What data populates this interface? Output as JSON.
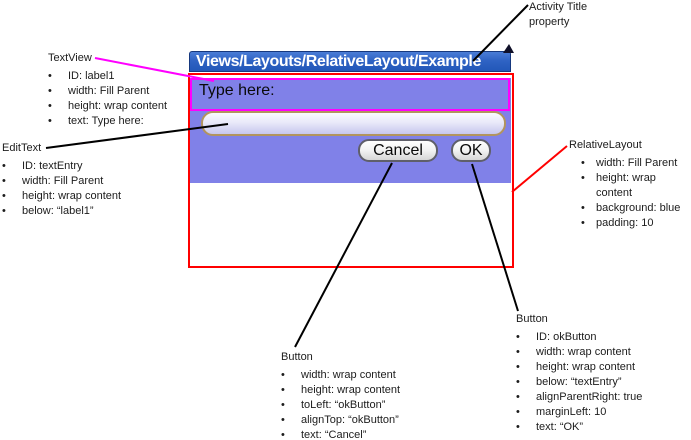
{
  "icons": {
    "bullet": "•"
  },
  "colors": {
    "frame_red": "#ff0000",
    "connector_magenta": "#ff00ff",
    "connector_black": "#000000",
    "titlebar_blue": "#2f63c4",
    "panel_purple": "#8081e8",
    "edittext_border_tan": "#b2945e"
  },
  "app": {
    "titlebar": {
      "title": "Views/Layouts/RelativeLayout/Example"
    },
    "textview_label": "Type here:",
    "edittext": {
      "value": ""
    },
    "buttons": {
      "cancel": "Cancel",
      "ok": "OK"
    }
  },
  "annotations": {
    "activity_title": {
      "label": "Activity Title property"
    },
    "textview": {
      "title": "TextView",
      "items": [
        "ID: label1",
        "width: Fill Parent",
        "height: wrap content",
        "text: Type here:"
      ]
    },
    "edittext": {
      "title": "EditText",
      "items": [
        "ID: textEntry",
        "width: Fill Parent",
        "height: wrap content",
        "below: “label1”"
      ]
    },
    "relativelayout": {
      "title": "RelativeLayout",
      "items": [
        "width: Fill Parent",
        "height: wrap content",
        "background: blue",
        "padding: 10"
      ]
    },
    "button_cancel": {
      "title": "Button",
      "items": [
        "width: wrap content",
        "height: wrap content",
        "toLeft: “okButton”",
        "alignTop: “okButton”",
        "text: “Cancel”"
      ]
    },
    "button_ok": {
      "title": "Button",
      "items": [
        "ID: okButton",
        "width: wrap content",
        "height: wrap content",
        "below: “textEntry”",
        "alignParentRight: true",
        "marginLeft: 10",
        "text: “OK”"
      ]
    }
  }
}
